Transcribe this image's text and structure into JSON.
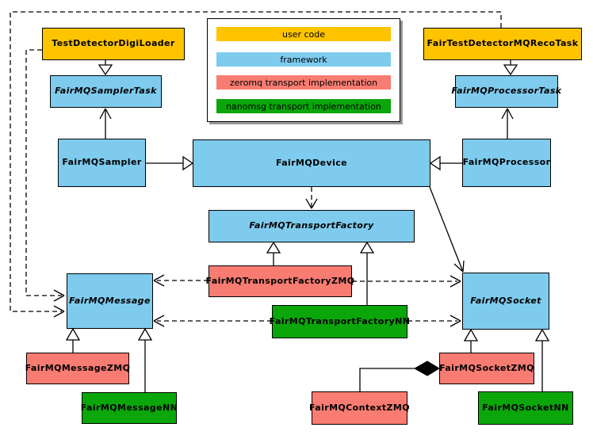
{
  "colors": {
    "user_code": "#FFC400",
    "framework": "#7ECBEE",
    "zeromq": "#F87C72",
    "nanomsg": "#0AA60A",
    "line": "#000000"
  },
  "legend": {
    "items": [
      {
        "label": "user code",
        "category": "user_code"
      },
      {
        "label": "framework",
        "category": "framework"
      },
      {
        "label": "zeromq transport implementation",
        "category": "zeromq"
      },
      {
        "label": "nanomsg transport implementation",
        "category": "nanomsg"
      }
    ]
  },
  "nodes": {
    "testDetectorDigiLoader": {
      "label": "TestDetectorDigiLoader",
      "category": "user_code",
      "abstract": false
    },
    "fairTestDetectorMQRecoTask": {
      "label": "FairTestDetectorMQRecoTask",
      "category": "user_code",
      "abstract": false
    },
    "fairMQSamplerTask": {
      "label": "FairMQSamplerTask",
      "category": "framework",
      "abstract": true
    },
    "fairMQProcessorTask": {
      "label": "FairMQProcessorTask",
      "category": "framework",
      "abstract": true
    },
    "fairMQSampler": {
      "label": "FairMQSampler",
      "category": "framework",
      "abstract": false
    },
    "fairMQDevice": {
      "label": "FairMQDevice",
      "category": "framework",
      "abstract": false
    },
    "fairMQProcessor": {
      "label": "FairMQProcessor",
      "category": "framework",
      "abstract": false
    },
    "fairMQTransportFactory": {
      "label": "FairMQTransportFactory",
      "category": "framework",
      "abstract": true
    },
    "fairMQMessage": {
      "label": "FairMQMessage",
      "category": "framework",
      "abstract": true
    },
    "fairMQSocket": {
      "label": "FairMQSocket",
      "category": "framework",
      "abstract": true
    },
    "fairMQTransportFactoryZMQ": {
      "label": "FairMQTransportFactoryZMQ",
      "category": "zeromq",
      "abstract": false
    },
    "fairMQTransportFactoryNN": {
      "label": "FairMQTransportFactoryNN",
      "category": "nanomsg",
      "abstract": false
    },
    "fairMQMessageZMQ": {
      "label": "FairMQMessageZMQ",
      "category": "zeromq",
      "abstract": false
    },
    "fairMQMessageNN": {
      "label": "FairMQMessageNN",
      "category": "nanomsg",
      "abstract": false
    },
    "fairMQContextZMQ": {
      "label": "FairMQContextZMQ",
      "category": "zeromq",
      "abstract": false
    },
    "fairMQSocketZMQ": {
      "label": "FairMQSocketZMQ",
      "category": "zeromq",
      "abstract": false
    },
    "fairMQSocketNN": {
      "label": "FairMQSocketNN",
      "category": "nanomsg",
      "abstract": false
    }
  },
  "edges": [
    {
      "from": "TestDetectorDigiLoader",
      "to": "FairMQSamplerTask",
      "type": "inheritance"
    },
    {
      "from": "FairTestDetectorMQRecoTask",
      "to": "FairMQProcessorTask",
      "type": "inheritance"
    },
    {
      "from": "FairMQSampler",
      "to": "FairMQDevice",
      "type": "inheritance"
    },
    {
      "from": "FairMQProcessor",
      "to": "FairMQDevice",
      "type": "inheritance"
    },
    {
      "from": "FairMQTransportFactoryZMQ",
      "to": "FairMQTransportFactory",
      "type": "inheritance"
    },
    {
      "from": "FairMQTransportFactoryNN",
      "to": "FairMQTransportFactory",
      "type": "inheritance"
    },
    {
      "from": "FairMQMessageZMQ",
      "to": "FairMQMessage",
      "type": "inheritance"
    },
    {
      "from": "FairMQMessageNN",
      "to": "FairMQMessage",
      "type": "inheritance"
    },
    {
      "from": "FairMQSocketZMQ",
      "to": "FairMQSocket",
      "type": "inheritance"
    },
    {
      "from": "FairMQSocketNN",
      "to": "FairMQSocket",
      "type": "inheritance"
    },
    {
      "from": "FairMQSampler",
      "to": "FairMQSamplerTask",
      "type": "association"
    },
    {
      "from": "FairMQProcessor",
      "to": "FairMQProcessorTask",
      "type": "association"
    },
    {
      "from": "FairMQDevice",
      "to": "FairMQSocket",
      "type": "association"
    },
    {
      "from": "FairMQDevice",
      "to": "FairMQTransportFactory",
      "type": "dependency"
    },
    {
      "from": "FairMQTransportFactoryZMQ",
      "to": "FairMQMessage",
      "type": "dependency"
    },
    {
      "from": "FairMQTransportFactoryNN",
      "to": "FairMQMessage",
      "type": "dependency"
    },
    {
      "from": "FairMQTransportFactoryZMQ",
      "to": "FairMQSocket",
      "type": "dependency"
    },
    {
      "from": "FairMQTransportFactoryNN",
      "to": "FairMQSocket",
      "type": "dependency"
    },
    {
      "from": "FairTestDetectorMQRecoTask",
      "to": "FairMQMessage",
      "type": "dependency"
    },
    {
      "from": "TestDetectorDigiLoader",
      "to": "FairMQMessage",
      "type": "dependency"
    },
    {
      "from": "FairMQContextZMQ",
      "to": "FairMQSocketZMQ",
      "type": "composition"
    }
  ]
}
